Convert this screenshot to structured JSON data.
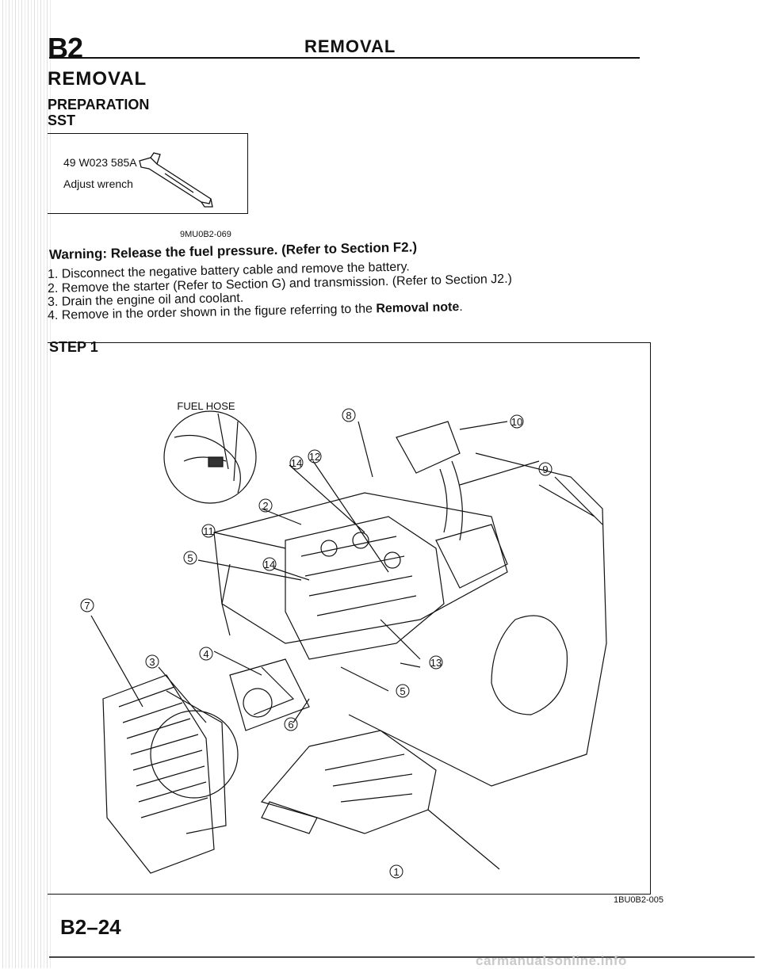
{
  "header": {
    "section_code": "B2",
    "running_title": "REMOVAL"
  },
  "headings": {
    "removal": "REMOVAL",
    "preparation": "PREPARATION",
    "sst": "SST"
  },
  "sst": {
    "part_number": "49 W023 585A",
    "tool_name": "Adjust wrench",
    "figure_code": "9MU0B2-069"
  },
  "warning": "Warning: Release the fuel pressure. (Refer to Section F2.)",
  "steps": [
    "1. Disconnect the negative battery cable and remove the battery.",
    "2. Remove the starter (Refer to Section G) and transmission. (Refer to Section J2.)",
    "3. Drain the engine oil and coolant.",
    "4. Remove in the order shown in the figure referring to the"
  ],
  "step4_emphasis": "Removal note",
  "step4_end": ".",
  "figure": {
    "step_label": "STEP 1",
    "inset_label": "FUEL HOSE",
    "callouts": [
      "8",
      "10",
      "12",
      "14",
      "9",
      "2",
      "11",
      "5",
      "14",
      "7",
      "4",
      "3",
      "13",
      "5",
      "6",
      "1"
    ],
    "figure_code": "1BU0B2-005"
  },
  "footer": {
    "page_number": "B2–24",
    "watermark": "carmanualsonline.info"
  }
}
